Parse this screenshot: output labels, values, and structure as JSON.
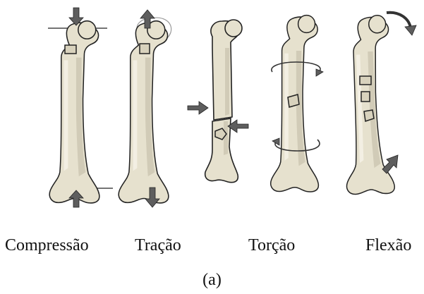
{
  "panels": [
    {
      "id": "compressao",
      "label": "Compressão",
      "icon": "compression-arrows-icon"
    },
    {
      "id": "tracao",
      "label": "Tração",
      "icon": "tension-arrows-icon"
    },
    {
      "id": "torcao",
      "label": "Torção",
      "icon": "torsion-rotation-icon"
    },
    {
      "id": "flexao",
      "label": "Flexão",
      "icon": "bending-arrows-icon"
    }
  ],
  "caption": "(a)",
  "colors": {
    "bone": "#e6e1ce",
    "arrow": "#5e5e5e",
    "outline": "#222222"
  }
}
